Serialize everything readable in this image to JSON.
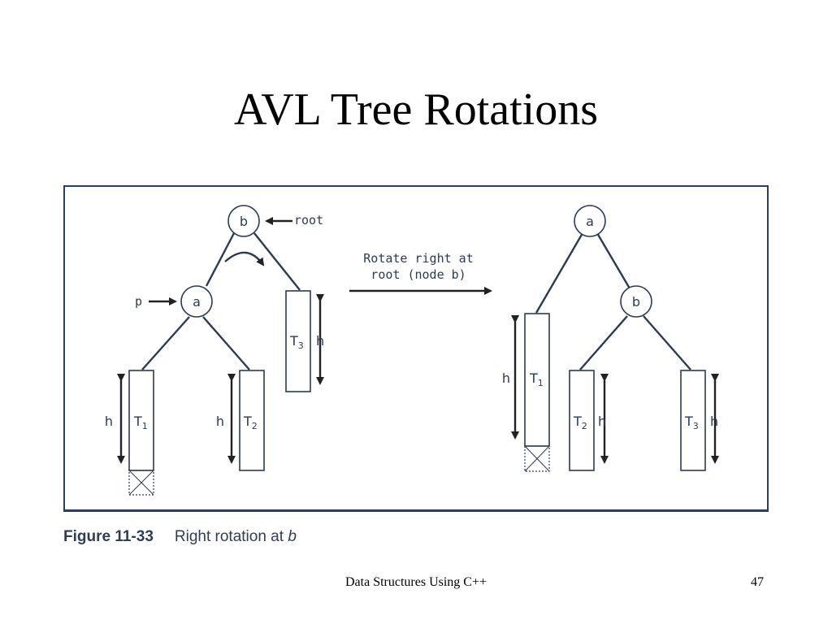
{
  "slide": {
    "title": "AVL Tree Rotations",
    "footer": "Data Structures Using C++",
    "page_number": "47"
  },
  "figure": {
    "number": "Figure 11-33",
    "caption_prefix": "Right rotation at ",
    "caption_var": "b",
    "transition_line1": "Rotate right at",
    "transition_line2": "root (node b)",
    "before": {
      "root_node": "b",
      "child_node": "a",
      "root_pointer_label": "root",
      "p_pointer_label": "p",
      "height_label": "h",
      "subtree_letter": "T",
      "subtree_1_index": "1",
      "subtree_2_index": "2",
      "subtree_3_index": "3"
    },
    "after": {
      "root_node": "a",
      "child_node": "b",
      "height_label": "h",
      "subtree_letter": "T",
      "subtree_1_index": "1",
      "subtree_2_index": "2",
      "subtree_3_index": "3"
    }
  },
  "colors": {
    "frame": "#27405f",
    "ink": "#2a3b52"
  }
}
